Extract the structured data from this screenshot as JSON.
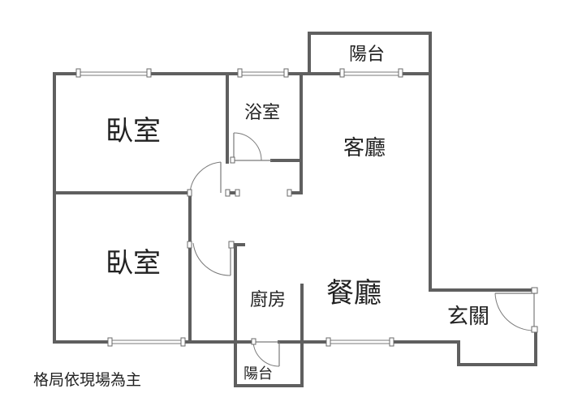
{
  "rooms": {
    "bedroom_top": "臥室",
    "bedroom_bottom": "臥室",
    "bathroom": "浴室",
    "living_room": "客廳",
    "dining_room": "餐廳",
    "kitchen": "廚房",
    "entrance": "玄關",
    "balcony_top": "陽台",
    "balcony_bottom": "陽台"
  },
  "note": "格局依現場為主",
  "colors": {
    "wall": "#5f5f5f",
    "text": "#222222"
  }
}
